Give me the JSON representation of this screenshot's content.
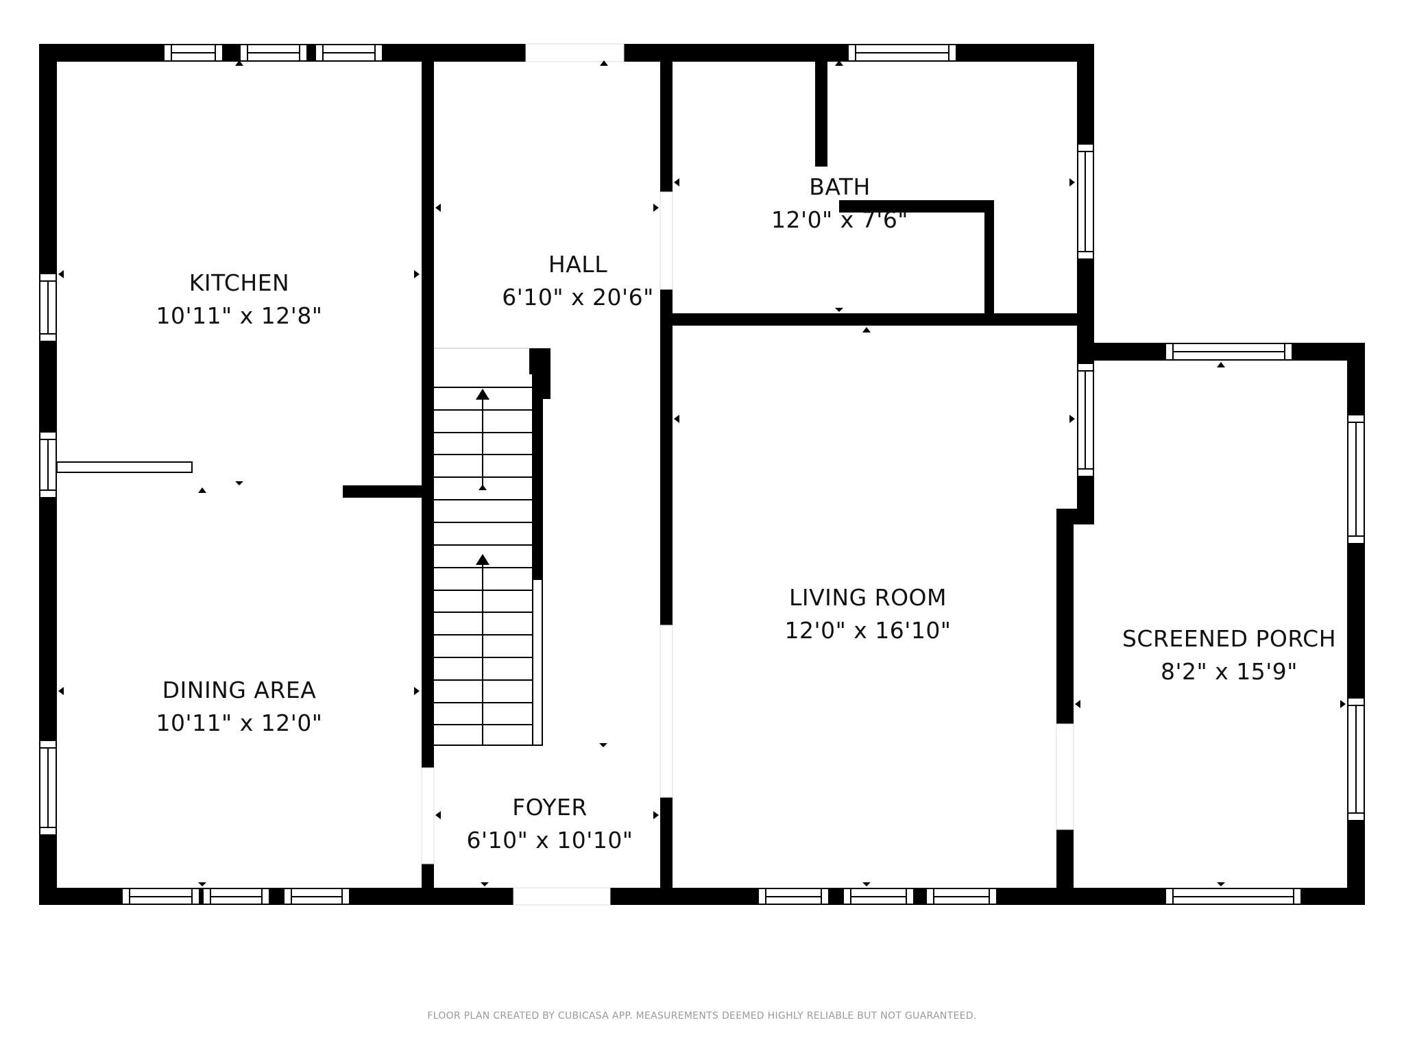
{
  "floor_plan": {
    "rooms": [
      {
        "id": "kitchen",
        "name": "KITCHEN",
        "dimensions": "10'11\" x 12'8\""
      },
      {
        "id": "dining",
        "name": "DINING AREA",
        "dimensions": "10'11\" x 12'0\""
      },
      {
        "id": "hall",
        "name": "HALL",
        "dimensions": "6'10\" x 20'6\""
      },
      {
        "id": "foyer",
        "name": "FOYER",
        "dimensions": "6'10\" x 10'10\""
      },
      {
        "id": "bath",
        "name": "BATH",
        "dimensions": "12'0\" x 7'6\""
      },
      {
        "id": "living",
        "name": "LIVING ROOM",
        "dimensions": "12'0\" x 16'10\""
      },
      {
        "id": "porch",
        "name": "SCREENED PORCH",
        "dimensions": "8'2\" x 15'9\""
      }
    ],
    "colors": {
      "wall": "#000000",
      "background": "#ffffff",
      "footer_text": "#9a9a9a"
    }
  },
  "footer": {
    "disclaimer": "FLOOR PLAN CREATED BY CUBICASA APP. MEASUREMENTS DEEMED HIGHLY RELIABLE BUT NOT GUARANTEED."
  }
}
